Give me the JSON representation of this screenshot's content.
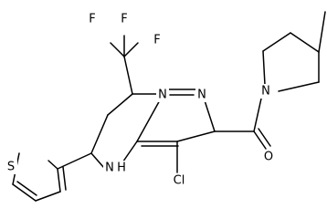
{
  "molecule": {
    "atoms": [
      {
        "id": "F1",
        "label": "F"
      },
      {
        "id": "F2",
        "label": "F"
      },
      {
        "id": "F3",
        "label": "F"
      },
      {
        "id": "N_pz1",
        "label": "N"
      },
      {
        "id": "N_pz2",
        "label": "N"
      },
      {
        "id": "N_pip",
        "label": "N"
      },
      {
        "id": "NH",
        "label": "N"
      },
      {
        "id": "H",
        "label": "H"
      },
      {
        "id": "S",
        "label": "S"
      },
      {
        "id": "Cl",
        "label": "Cl"
      },
      {
        "id": "O",
        "label": "O"
      }
    ]
  },
  "colors": {
    "bond": "#000000",
    "background": "#ffffff"
  }
}
